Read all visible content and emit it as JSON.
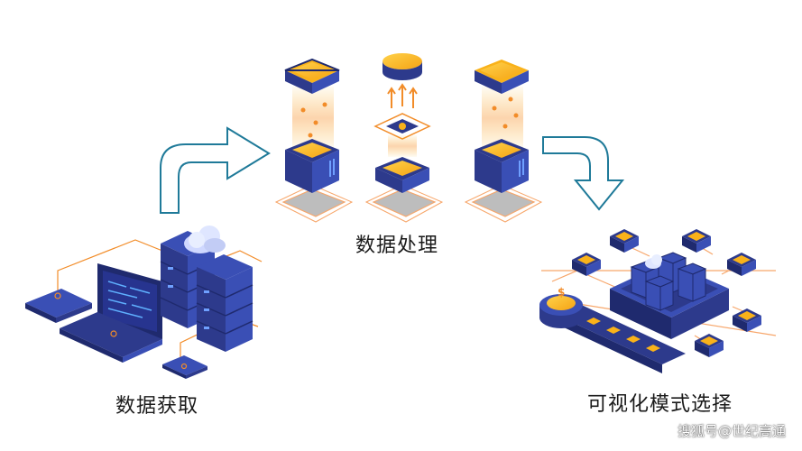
{
  "labels": {
    "acquire": "数据获取",
    "process": "数据处理",
    "visualize": "可视化模式选择"
  },
  "watermark": "搜狐号@世纪高通",
  "colors": {
    "navy": "#2d3a8c",
    "navy_dark": "#1f2a6e",
    "blue_side": "#3a4fb5",
    "gold": "#f9b21a",
    "gold_light": "#ffd24a",
    "orange_line": "#f28c28",
    "arrow_stroke": "#1f7a99",
    "platform_gray": "#bdbdbd",
    "platform_outline": "#f7a66a"
  },
  "icons": [
    "laptop-icon",
    "tablet-icon",
    "phone-icon",
    "server-rack-icon",
    "cloud-icon",
    "chip-icon",
    "data-center-icon"
  ]
}
